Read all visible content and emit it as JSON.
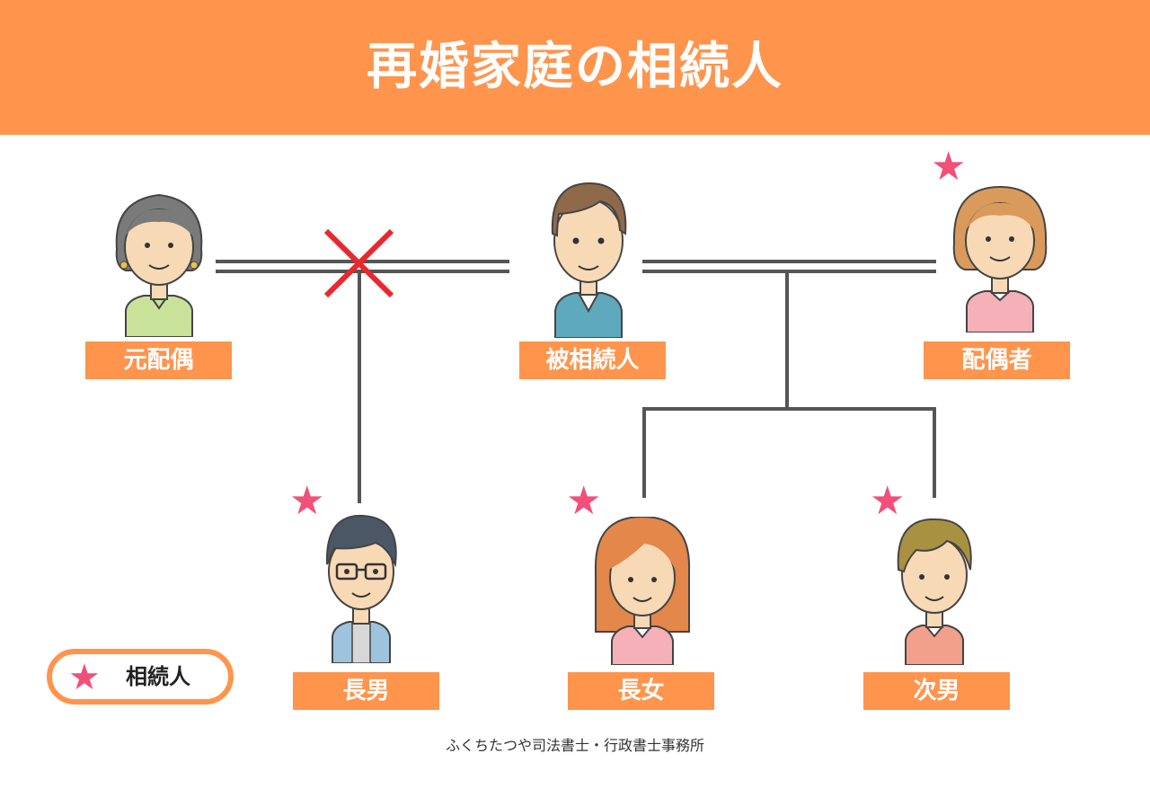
{
  "title": "再婚家庭の相続人",
  "people": {
    "ex_spouse": "元配偶",
    "decedent": "被相続人",
    "spouse": "配偶者",
    "eldest_son": "長男",
    "eldest_daughter": "長女",
    "second_son": "次男"
  },
  "legend": {
    "label": "相続人",
    "icon": "star-icon"
  },
  "credit": "ふくちたつや司法書士・行政書士事務所",
  "colors": {
    "header": "#ff944d",
    "label_bg": "#ff944d",
    "star": "#f0507a",
    "line": "#555555",
    "cross": "#e8282e"
  }
}
